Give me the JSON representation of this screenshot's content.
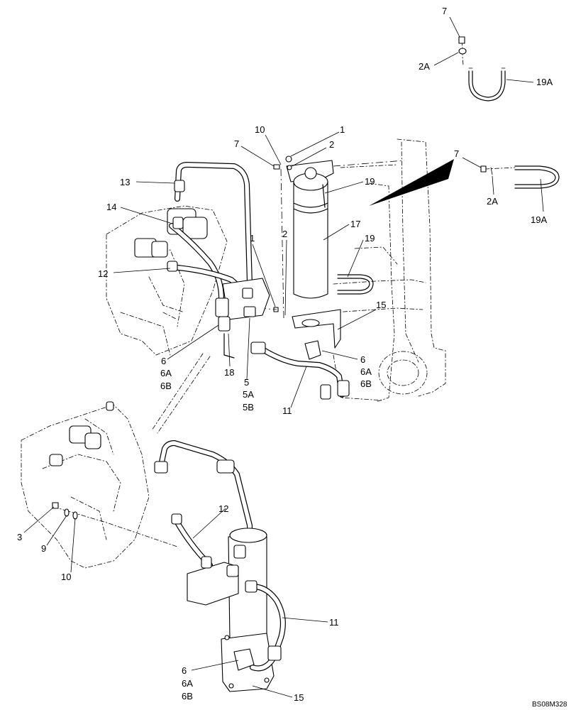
{
  "diagram": {
    "reference_code": "BS08M328",
    "callouts": [
      {
        "label": "7"
      },
      {
        "label": "2A"
      },
      {
        "label": "19A"
      },
      {
        "label": "10"
      },
      {
        "label": "1"
      },
      {
        "label": "7"
      },
      {
        "label": "2"
      },
      {
        "label": "19"
      },
      {
        "label": "13"
      },
      {
        "label": "7"
      },
      {
        "label": "2A"
      },
      {
        "label": "19A"
      },
      {
        "label": "14"
      },
      {
        "label": "17"
      },
      {
        "label": "1"
      },
      {
        "label": "2"
      },
      {
        "label": "19"
      },
      {
        "label": "12"
      },
      {
        "label": "15"
      },
      {
        "label": "6"
      },
      {
        "label": "6"
      },
      {
        "label": "6A"
      },
      {
        "label": "6A"
      },
      {
        "label": "18"
      },
      {
        "label": "5"
      },
      {
        "label": "6B"
      },
      {
        "label": "6B"
      },
      {
        "label": "5A"
      },
      {
        "label": "11"
      },
      {
        "label": "5B"
      },
      {
        "label": "12"
      },
      {
        "label": "3"
      },
      {
        "label": "9"
      },
      {
        "label": "10"
      },
      {
        "label": "11"
      },
      {
        "label": "6"
      },
      {
        "label": "6A"
      },
      {
        "label": "15"
      },
      {
        "label": "6B"
      }
    ]
  }
}
